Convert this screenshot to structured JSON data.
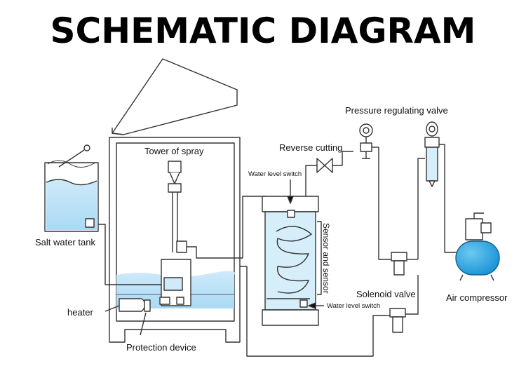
{
  "title": "SCHEMATIC DIAGRAM",
  "labels": {
    "salt_water_tank": "Salt water tank",
    "tower_of_spray": "Tower of spray",
    "heater": "heater",
    "protection_device": "Protection device",
    "reverse_cutting": "Reverse cutting",
    "pressure_regulating_valve": "Pressure regulating valve",
    "water_level_switch_top": "Water level switch",
    "sensor_and_sensor": "Sensor and sensor",
    "water_level_switch_bottom": "Water level switch",
    "solenoid_valve": "Solenoid valve",
    "air_compressor": "Air compressor"
  },
  "colors": {
    "water": "#bfe3f7",
    "water_edge": "#9fd2f0",
    "compressor": "#2aa9e8",
    "line": "#333333"
  }
}
